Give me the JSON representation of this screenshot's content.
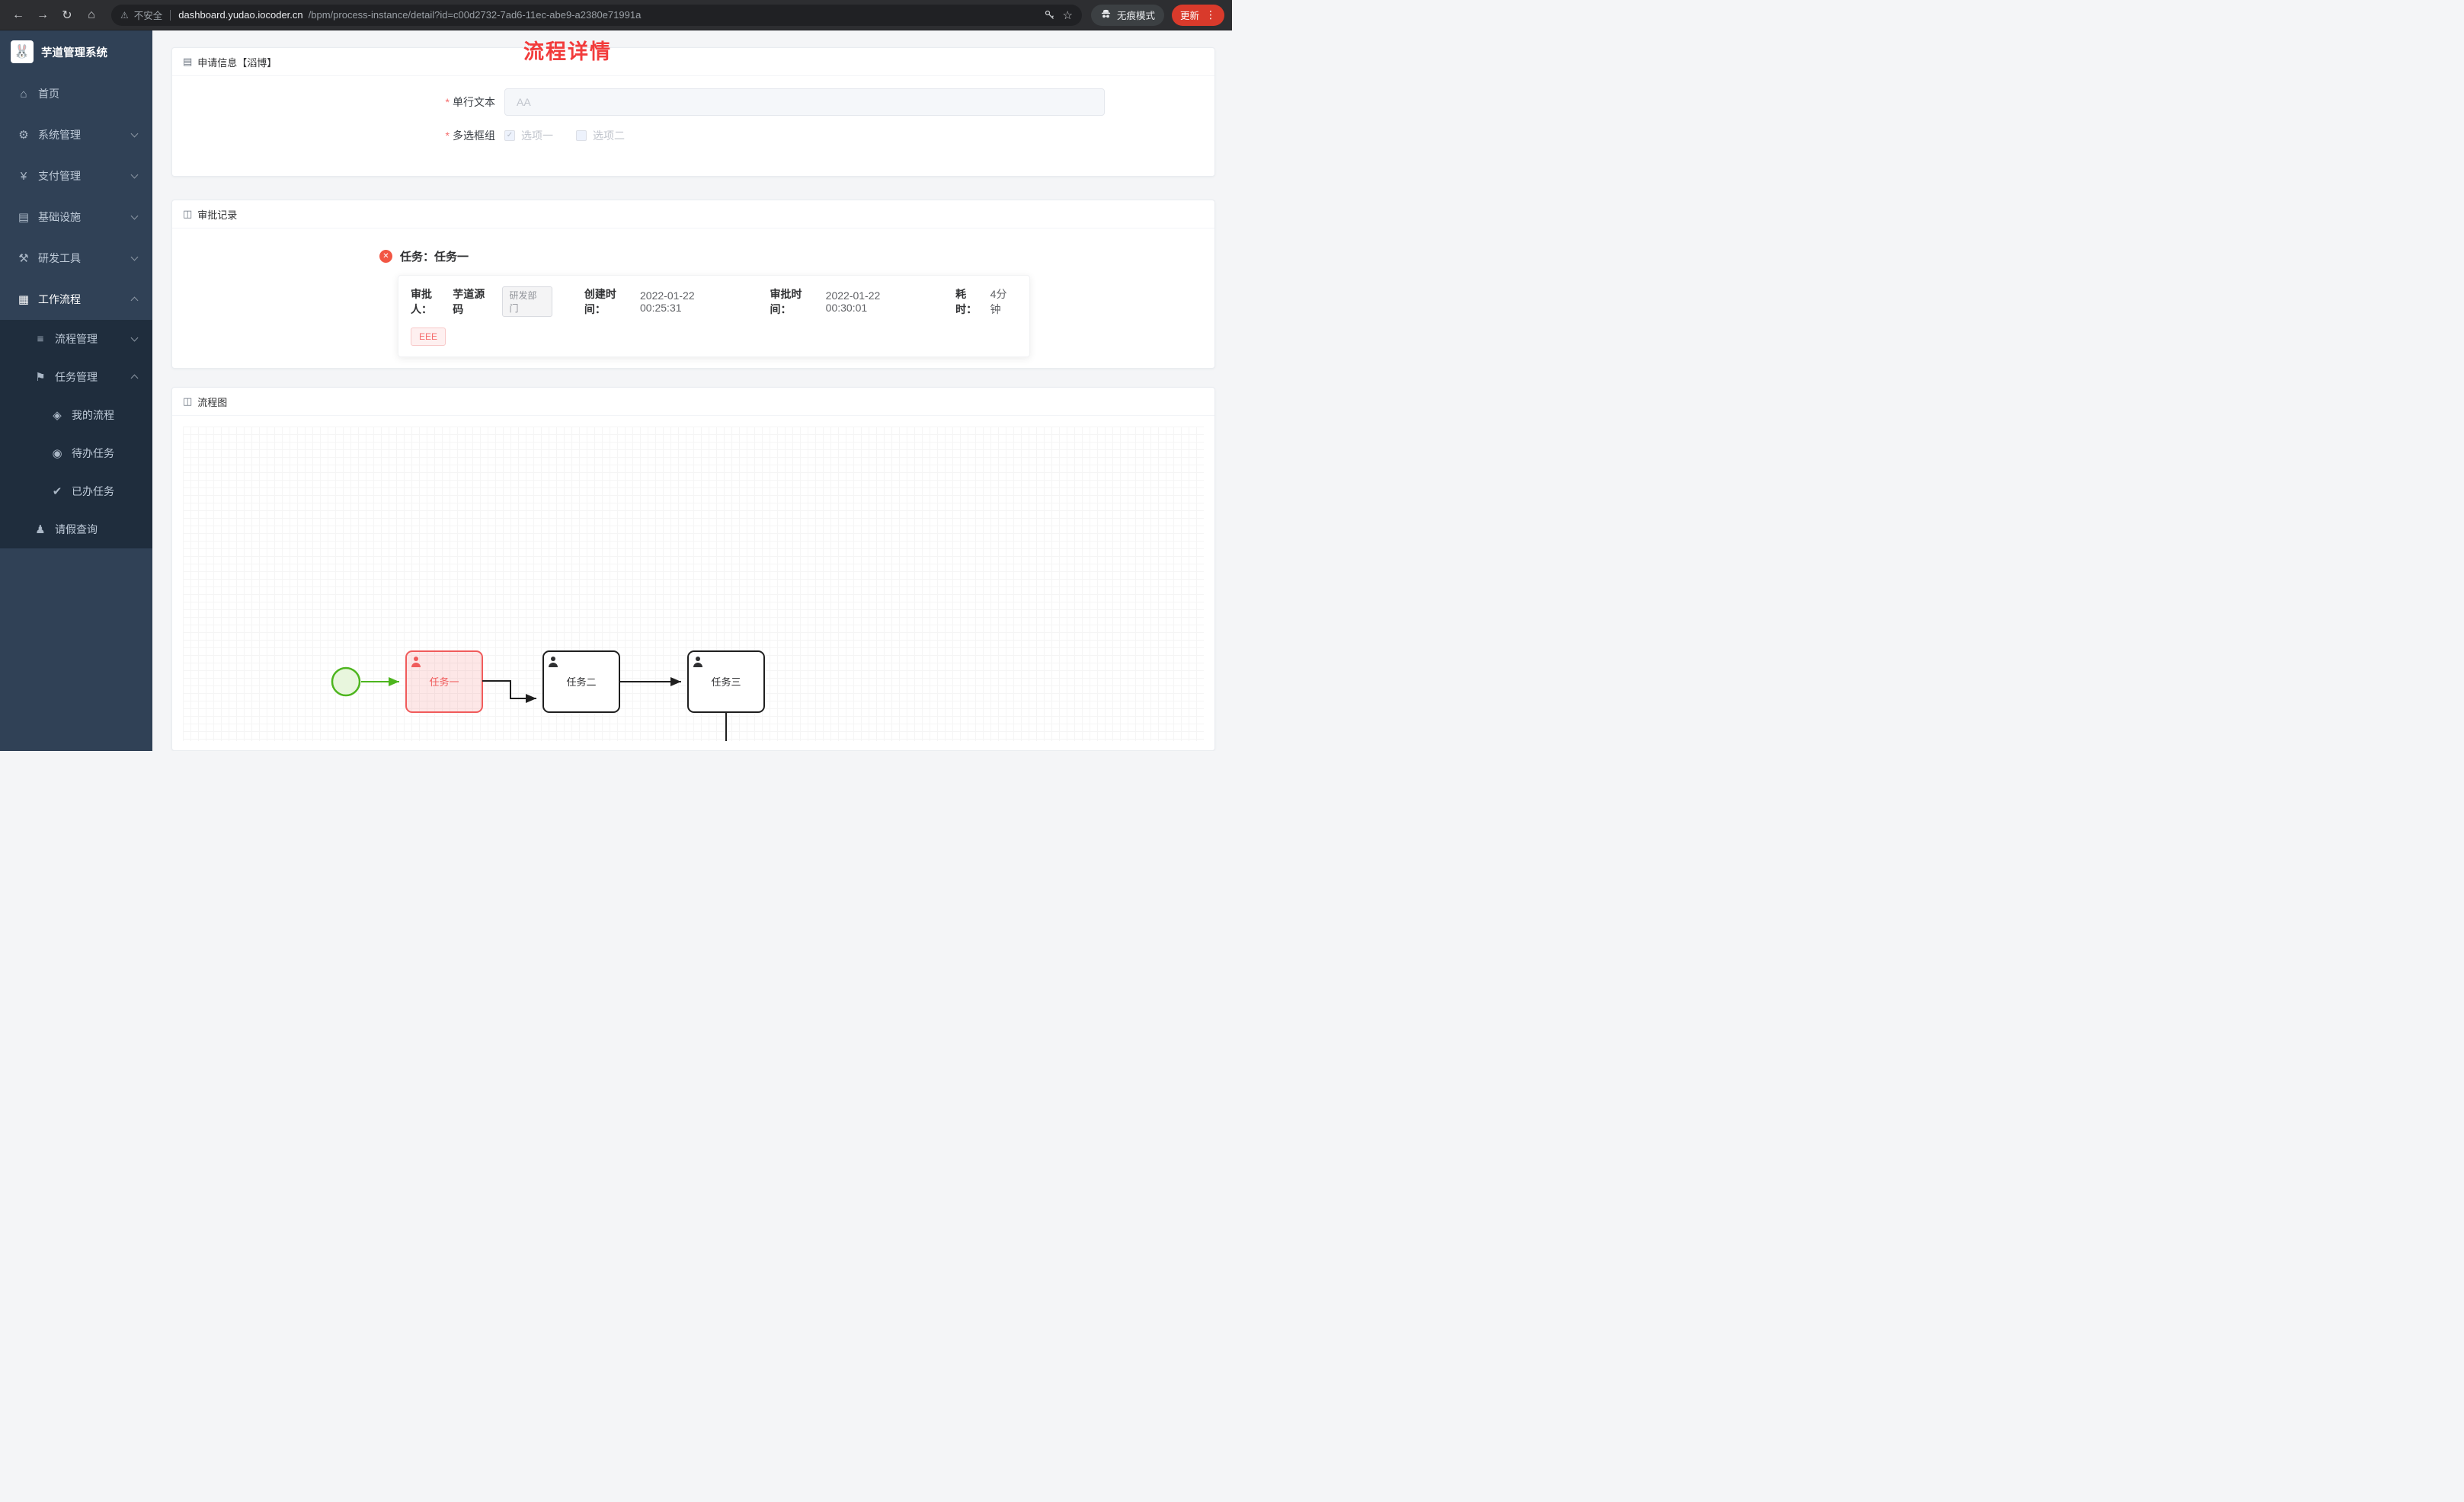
{
  "browser": {
    "icons": {
      "back": "←",
      "forward": "→",
      "reload": "↻",
      "home": "⌂",
      "warning": "⚠",
      "star": "☆",
      "menu": "⋮"
    },
    "security_chip": "不安全",
    "url_domain": "dashboard.yudao.iocoder.cn",
    "url_path": "/bpm/process-instance/detail?id=c00d2732-7ad6-11ec-abe9-a2380e71991a",
    "incognito_label": "无痕模式",
    "update_label": "更新"
  },
  "sidebar": {
    "app_title": "芋道管理系统",
    "logo_glyph": "🐰",
    "items": [
      {
        "label": "首页",
        "icon": "⌂"
      },
      {
        "label": "系统管理",
        "icon": "⚙"
      },
      {
        "label": "支付管理",
        "icon": "¥"
      },
      {
        "label": "基础设施",
        "icon": "▤"
      },
      {
        "label": "研发工具",
        "icon": "⚒"
      },
      {
        "label": "工作流程",
        "icon": "▦"
      }
    ],
    "sub_items": [
      {
        "label": "流程管理",
        "icon": "≡"
      },
      {
        "label": "任务管理",
        "icon": "⚑"
      }
    ],
    "task_children": [
      {
        "label": "我的流程",
        "icon": "◈"
      },
      {
        "label": "待办任务",
        "icon": "◉"
      },
      {
        "label": "已办任务",
        "icon": "✔"
      }
    ],
    "leave_item": {
      "label": "请假查询",
      "icon": "♟"
    }
  },
  "main": {
    "page_title": "流程详情",
    "required_mark": "*",
    "apply_card": {
      "title": "申请信息【滔博】",
      "icon": "▤",
      "field_text": {
        "label": "单行文本",
        "value": "AA"
      },
      "field_checkbox": {
        "label": "多选框组",
        "options": [
          {
            "label": "选项一",
            "checked": true
          },
          {
            "label": "选项二",
            "checked": false
          }
        ]
      }
    },
    "approval_card": {
      "title": "审批记录",
      "icon": "◫",
      "close_icon": "✕",
      "task_title": "任务：任务一",
      "approver_label": "审批人：",
      "approver": "芋道源码",
      "dept_tag": "研发部门",
      "create_label": "创建时间：",
      "create_time": "2022-01-22 00:25:31",
      "approve_label": "审批时间：",
      "approve_time": "2022-01-22 00:30:01",
      "duration_label": "耗时：",
      "duration": "4分钟",
      "comment_tag": "EEE"
    },
    "diagram_card": {
      "title": "流程图",
      "icon": "◫",
      "nodes": [
        {
          "label": "任务一",
          "state": "current"
        },
        {
          "label": "任务二",
          "state": "pending"
        },
        {
          "label": "任务三",
          "state": "pending"
        }
      ]
    }
  },
  "colors": {
    "accent_red": "#f23c3c",
    "danger": "#f56c6c",
    "success_green": "#4db51e",
    "sidebar_bg": "#304156",
    "submenu_bg": "#1f2d3d"
  }
}
